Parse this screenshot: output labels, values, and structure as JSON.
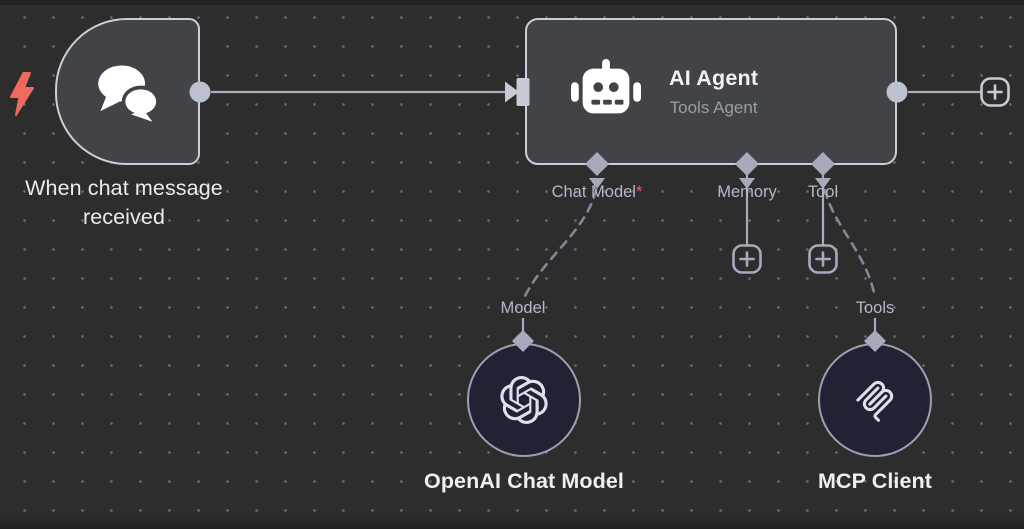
{
  "app": "n8n-workflow-canvas",
  "trigger": {
    "label": "When chat message received",
    "icon": "chat-bubbles-icon",
    "indicator_icon": "lightning-bolt-icon"
  },
  "agent": {
    "title": "AI Agent",
    "subtitle": "Tools Agent",
    "icon": "robot-icon",
    "ports": {
      "chat_model": {
        "label": "Chat Model",
        "required_mark": "*"
      },
      "memory": {
        "label": "Memory"
      },
      "tool": {
        "label": "Tool"
      }
    }
  },
  "openai": {
    "label": "OpenAI Chat Model",
    "port_label": "Model",
    "icon": "openai-logo-icon"
  },
  "mcp": {
    "label": "MCP Client",
    "port_label": "Tools",
    "icon": "mcp-logo-icon"
  },
  "add_buttons": {
    "icon": "plus-icon",
    "count": 3
  },
  "colors": {
    "canvas_bg": "#2d2d2d",
    "grid_dot": "#595a5e",
    "node_fill": "#424346",
    "node_border": "#c9ced8",
    "subnode_fill": "#212234",
    "subnode_border": "#9aa0b4",
    "edge": "#a9aeba",
    "edge_endpoint": "#c6cbd6",
    "ai_connector": "#a6aabd",
    "ai_edge_dashed": "#82879b",
    "port_text": "#b4b8ca",
    "required": "#e0615e",
    "trigger_bolt": "#ef6a5e",
    "title_text": "#f1f2f4",
    "subtitle_text": "#9b9ea7"
  }
}
